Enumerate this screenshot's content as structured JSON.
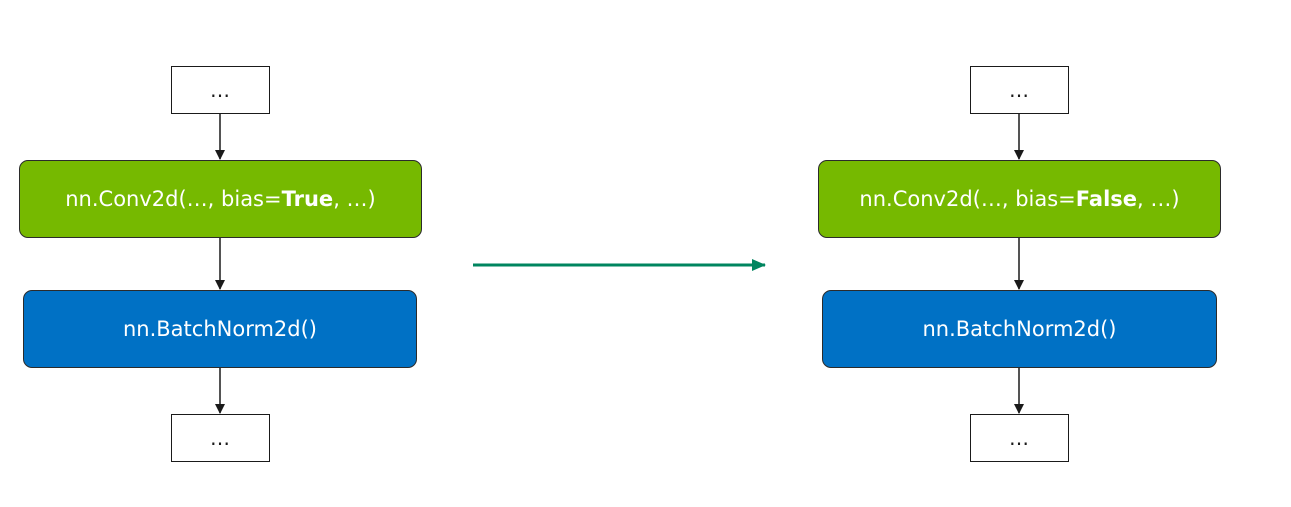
{
  "left_flow": {
    "top_block": "…",
    "conv_prefix": "nn.Conv2d(…, bias=",
    "conv_value": "True",
    "conv_suffix": ", …)",
    "batchnorm": "nn.BatchNorm2d()",
    "bottom_block": "…"
  },
  "right_flow": {
    "top_block": "…",
    "conv_prefix": "nn.Conv2d(…, bias=",
    "conv_value": "False",
    "conv_suffix": ", …)",
    "batchnorm": "nn.BatchNorm2d()",
    "bottom_block": "…"
  },
  "colors": {
    "conv_green": "#76b900",
    "batchnorm_blue": "#0071c5",
    "transform_arrow": "#00855f"
  }
}
